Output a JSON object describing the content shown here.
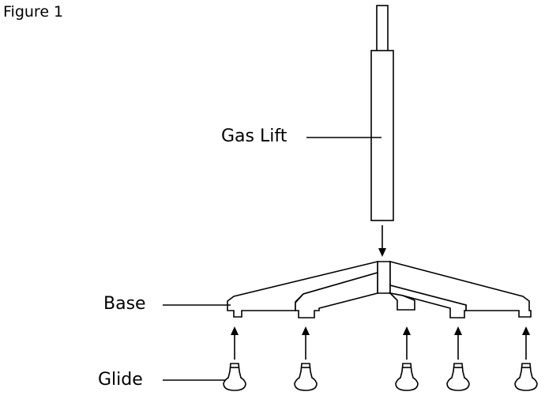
{
  "figure": {
    "title": "Figure 1"
  },
  "labels": {
    "gas_lift": "Gas Lift",
    "base": "Base",
    "glide": "Glide"
  },
  "colors": {
    "ink": "#000000",
    "background": "#ffffff"
  }
}
